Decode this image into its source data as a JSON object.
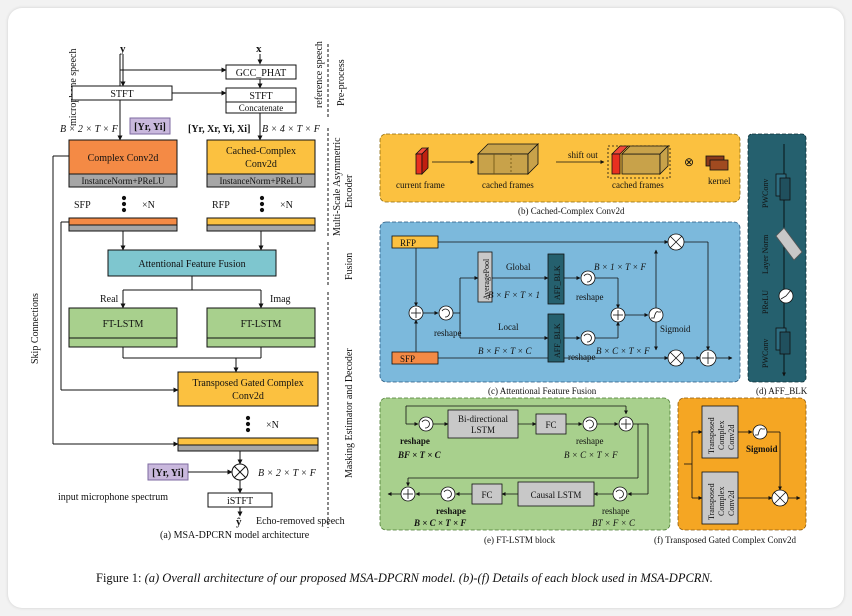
{
  "caption": {
    "prefix": "Figure 1: ",
    "text": "(a) Overall architecture of our proposed MSA-DPCRN model. (b)-(f) Details of each block used in MSA-DPCRN."
  },
  "panel_a": {
    "y": "y",
    "x": "x",
    "mic_speech": "microphone speech",
    "ref_speech": "reference speech",
    "stft": "STFT",
    "gcc": "GCC_PHAT",
    "stft2": "STFT",
    "concat": "Concatenate",
    "preprocess": "Pre-process",
    "dim1": "B × 2 × T × F",
    "in1": "[Yr, Yi]",
    "in2": "[Yr, Xr, Yi, Xi]",
    "dim2": "B × 4 × T × F",
    "complex_conv": "Complex Conv2d",
    "inorm1": "InstanceNorm+PReLU",
    "cached_conv1": "Cached-Complex",
    "cached_conv2": "Conv2d",
    "inorm2": "InstanceNorm+PReLU",
    "encoder1": "Multi-Scale Asymmetric",
    "encoder2": "Encoder",
    "sfp": "SFP",
    "rfp": "RFP",
    "xn": "×N",
    "aff": "Attentional Feature Fusion",
    "fusion": "Fusion",
    "skip": "Skip Connections",
    "real": "Real",
    "imag": "Imag",
    "ftlstm1": "FT-LSTM",
    "ftlstm2": "FT-LSTM",
    "tg1": "Transposed Gated Complex",
    "tg2": "Conv2d",
    "mask": "Masking Estimator and Decoder",
    "xn2": "×N",
    "in3": "[Yr, Yi]",
    "dim3": "B × 2 × T × F",
    "input_spec": "input microphone spectrum",
    "istft": "iSTFT",
    "yhat": "ŷ",
    "echo": "Echo-removed speech",
    "cap": "(a) MSA-DPCRN model architecture"
  },
  "panel_b": {
    "current": "current frame",
    "cached": "cached frames",
    "shift": "shift out",
    "cached2": "cached frames",
    "otimes": "⊗",
    "kernel": "kernel",
    "cap": "(b) Cached-Complex Conv2d"
  },
  "panel_c": {
    "rfp": "RFP",
    "sfp": "SFP",
    "global": "Global",
    "local": "Local",
    "avgpool": "AveragePool",
    "aff_blk1": "AFF_BLK",
    "aff_blk2": "AFF_BLK",
    "dim_g": "B × F × T × 1",
    "dim_gr": "B × 1 × T × F",
    "dim_l": "B × F × T × C",
    "dim_lr": "B × C × T × F",
    "reshape1": "reshape",
    "reshape2": "reshape",
    "reshape3": "reshape",
    "sigmoid": "Sigmoid",
    "cap": "(c) Attentional Feature Fusion"
  },
  "panel_d": {
    "pwconv1": "PWConv",
    "layernorm": "Layer Norm",
    "prelu": "PReLU",
    "pwconv2": "PWConv",
    "cap": "(d) AFF_BLK"
  },
  "panel_e": {
    "bilstm1": "Bi-directional",
    "bilstm2": "LSTM",
    "fc1": "FC",
    "reshape_a": "reshape",
    "dim_a": "BF × T × C",
    "reshape_b": "reshape",
    "dim_b": "B × C × T × F",
    "causal": "Causal LSTM",
    "fc2": "FC",
    "reshape_c": "reshape",
    "dim_c": "B × C × T × F",
    "reshape_d": "reshape",
    "dim_d": "BT × F × C",
    "cap": "(e) FT-LSTM block"
  },
  "panel_f": {
    "tc1a": "Transposed",
    "tc1b": "Complex",
    "tc1c": "Conv2d",
    "tc2a": "Transposed",
    "tc2b": "Complex",
    "tc2c": "Conv2d",
    "sigmoid": "Sigmoid",
    "cap": "(f) Transposed Gated Complex Conv2d"
  },
  "colors": {
    "orange": "#f48a45",
    "yellow": "#fbc140",
    "teal": "#7ec6cf",
    "green": "#a8d08d",
    "bluepanel": "#7cb9dc",
    "darkteal": "#25606e",
    "gray": "#a6a6a6",
    "lilac": "#c9b8dd"
  }
}
